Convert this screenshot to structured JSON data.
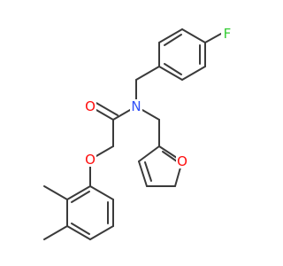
{
  "molecule": {
    "atoms": {
      "fluorine": {
        "label": "F",
        "color": "#33cc33"
      },
      "amide_nitrogen": {
        "label": "N",
        "color": "#3050f8"
      },
      "carbonyl_oxygen": {
        "label": "O",
        "color": "#ff0d0d"
      },
      "ether_oxygen": {
        "label": "O",
        "color": "#ff0d0d"
      },
      "furan_oxygen": {
        "label": "O",
        "color": "#ff0d0d"
      }
    },
    "bond_color": "#3a3a3a",
    "background": "#ffffff"
  }
}
